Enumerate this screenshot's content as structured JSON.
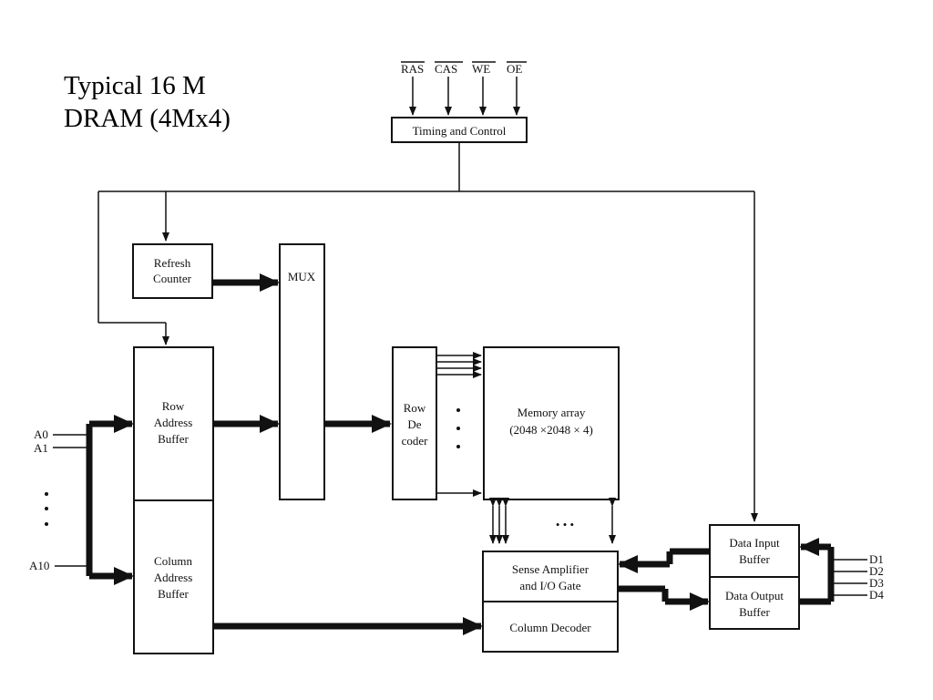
{
  "title": {
    "line1": "Typical 16 M",
    "line2": "DRAM (4Mx4)"
  },
  "control_signals": [
    "RAS",
    "CAS",
    "WE",
    "OE"
  ],
  "blocks": {
    "timing": "Timing and Control",
    "refresh": [
      "Refresh",
      "Counter"
    ],
    "mux": "MUX",
    "row_buffer": [
      "Row",
      "Address",
      "Buffer"
    ],
    "col_buffer": [
      "Column",
      "Address",
      "Buffer"
    ],
    "row_decoder": [
      "Row",
      "De",
      "coder"
    ],
    "memory": [
      "Memory array",
      "(2048 ×2048 × 4)"
    ],
    "sense": [
      "Sense Amplifier",
      "and I/O Gate"
    ],
    "col_decoder": "Column Decoder",
    "data_in": [
      "Data Input",
      "Buffer"
    ],
    "data_out": [
      "Data Output",
      "Buffer"
    ]
  },
  "address_pins": [
    "A0",
    "A1",
    "A10"
  ],
  "data_pins": [
    "D1",
    "D2",
    "D3",
    "D4"
  ],
  "ellipsis": "• • •"
}
